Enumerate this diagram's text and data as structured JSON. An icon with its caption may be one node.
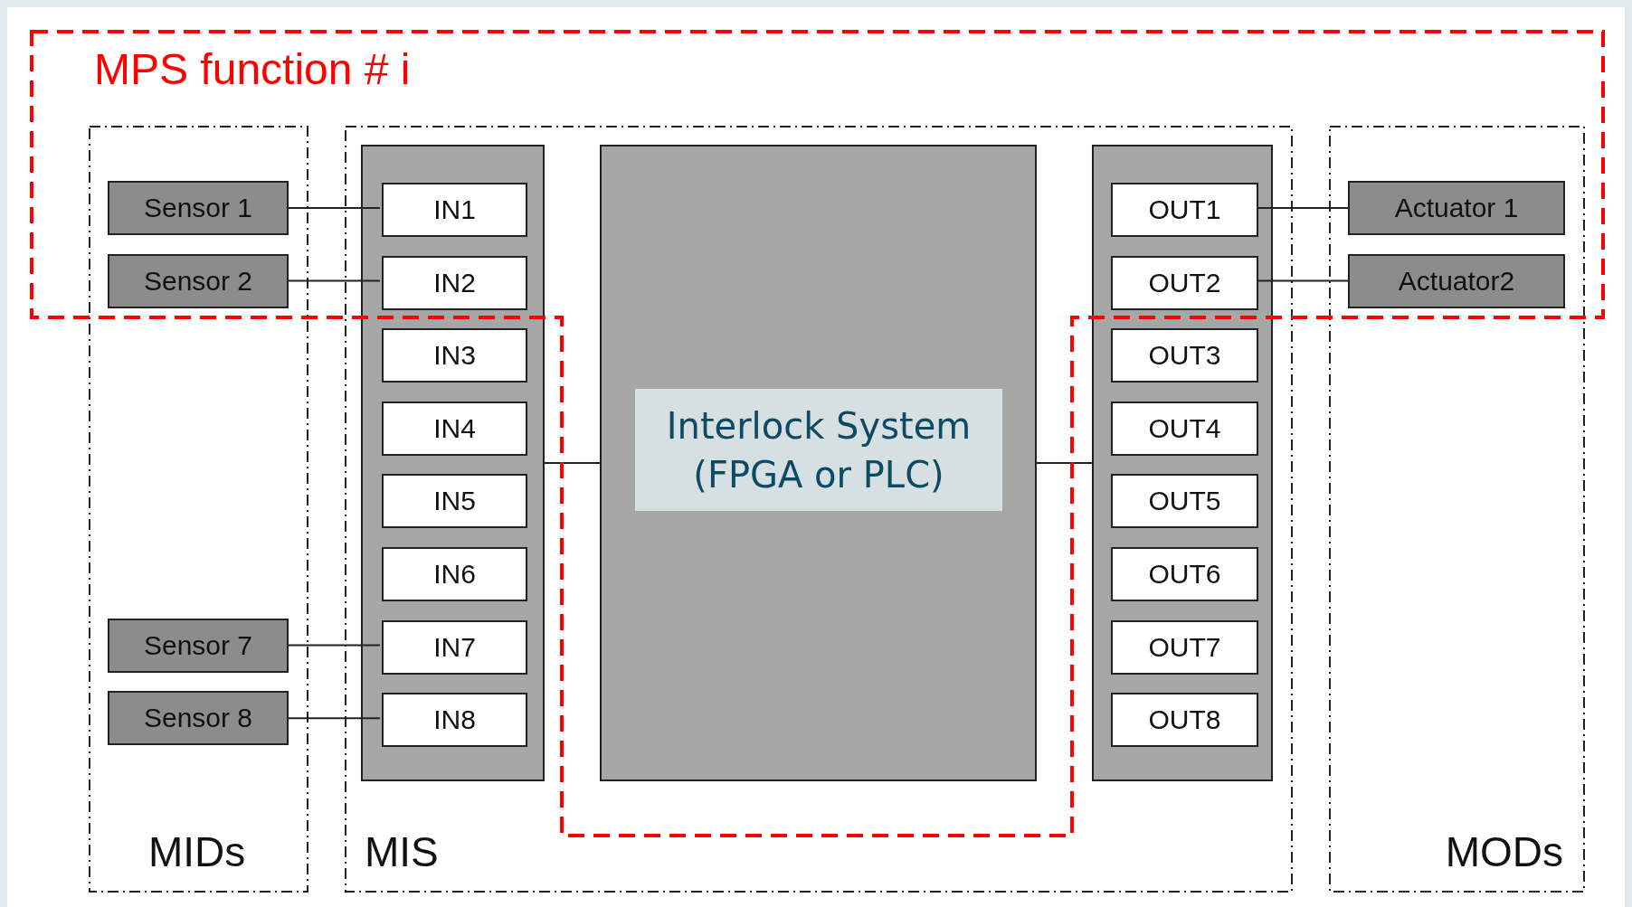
{
  "diagram": {
    "nodes": [
      {
        "text": [
          "MIDs"
        ]
      },
      {
        "text": [
          "Sensor 1"
        ],
        "in": 0
      },
      {
        "text": [
          "Sensor 2"
        ],
        "in": 0
      },
      {
        "text": [
          "Sensor 7"
        ],
        "in": 0
      },
      {
        "text": [
          "Sensor 8"
        ],
        "in": 0
      },
      {
        "text": [
          "MIS"
        ]
      },
      {
        "text": [],
        "shape": "box",
        "in": 5
      },
      {
        "text": [
          "IN1"
        ],
        "in": 6
      },
      {
        "text": [
          "IN2"
        ],
        "in": 6
      },
      {
        "text": [
          "IN3"
        ],
        "in": 6
      },
      {
        "text": [
          "IN4"
        ],
        "in": 6
      },
      {
        "text": [
          "IN5"
        ],
        "in": 6
      },
      {
        "text": [
          "IN6"
        ],
        "in": 6
      },
      {
        "text": [
          "IN7"
        ],
        "in": 6
      },
      {
        "text": [
          "IN8"
        ],
        "in": 6
      },
      {
        "text": [
          "Interlock System (FPGA or PLC)"
        ],
        "in": 5
      },
      {
        "text": [],
        "shape": "box",
        "in": 5
      },
      {
        "text": [
          "OUT1"
        ],
        "in": 16
      },
      {
        "text": [
          "OUT2"
        ],
        "in": 16
      },
      {
        "text": [
          "OUT3"
        ],
        "in": 16
      },
      {
        "text": [
          "OUT4"
        ],
        "in": 16
      },
      {
        "text": [
          "OUT5"
        ],
        "in": 16
      },
      {
        "text": [
          "OUT6"
        ],
        "in": 16
      },
      {
        "text": [
          "OUT7"
        ],
        "in": 16
      },
      {
        "text": [
          "OUT8"
        ],
        "in": 16
      },
      {
        "text": [
          "MODs"
        ]
      },
      {
        "text": [
          "Actuator 1"
        ],
        "in": 25
      },
      {
        "text": [
          "Actuator2"
        ],
        "in": 25
      }
    ],
    "edges": [
      {
        "from": 1,
        "to": 7,
        "arrow": "none"
      },
      {
        "from": 2,
        "to": 8,
        "arrow": "none"
      },
      {
        "from": 3,
        "to": 13,
        "arrow": "none"
      },
      {
        "from": 4,
        "to": 14,
        "arrow": "none"
      },
      {
        "from": 6,
        "to": 15,
        "arrow": "none"
      },
      {
        "from": 15,
        "to": 16,
        "arrow": "none"
      },
      {
        "from": 17,
        "to": 26,
        "arrow": "none"
      },
      {
        "from": 18,
        "to": 27,
        "arrow": "none"
      }
    ],
    "labels": [
      "MPS function # i"
    ]
  }
}
